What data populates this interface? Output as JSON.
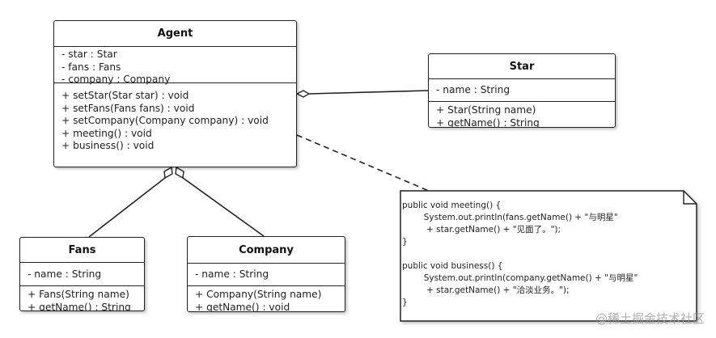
{
  "classes": {
    "agent": {
      "name": "Agent",
      "attributes": [
        "- star : Star",
        "- fans : Fans",
        "- company : Company"
      ],
      "operations": [
        "+ setStar(Star star) : void",
        "+ setFans(Fans fans) : void",
        "+ setCompany(Company company) : void",
        "+ meeting() : void",
        "+ business() : void"
      ]
    },
    "star": {
      "name": "Star",
      "attributes": [
        "- name : String"
      ],
      "operations": [
        "+ Star(String name)",
        "+ getName() : String"
      ]
    },
    "fans": {
      "name": "Fans",
      "attributes": [
        "- name : String"
      ],
      "operations": [
        "+ Fans(String name)",
        "+ getName() : String"
      ]
    },
    "company": {
      "name": "Company",
      "attributes": [
        "- name : String"
      ],
      "operations": [
        "+ Company(String name)",
        "+ getName() : void"
      ]
    }
  },
  "note": {
    "lines": [
      "public void meeting() {",
      "        System.out.println(fans.getName() + \"与明星\"",
      "         + star.getName() + \"见面了。\");",
      "}",
      "",
      "public void business() {",
      "        System.out.println(company.getName() + \"与明星\"",
      "         + star.getName() + \"洽淡业务。\");",
      "}"
    ]
  },
  "watermark": "@稀土掘金技术社区",
  "colors": {
    "stroke": "#222222",
    "background": "#ffffff"
  }
}
